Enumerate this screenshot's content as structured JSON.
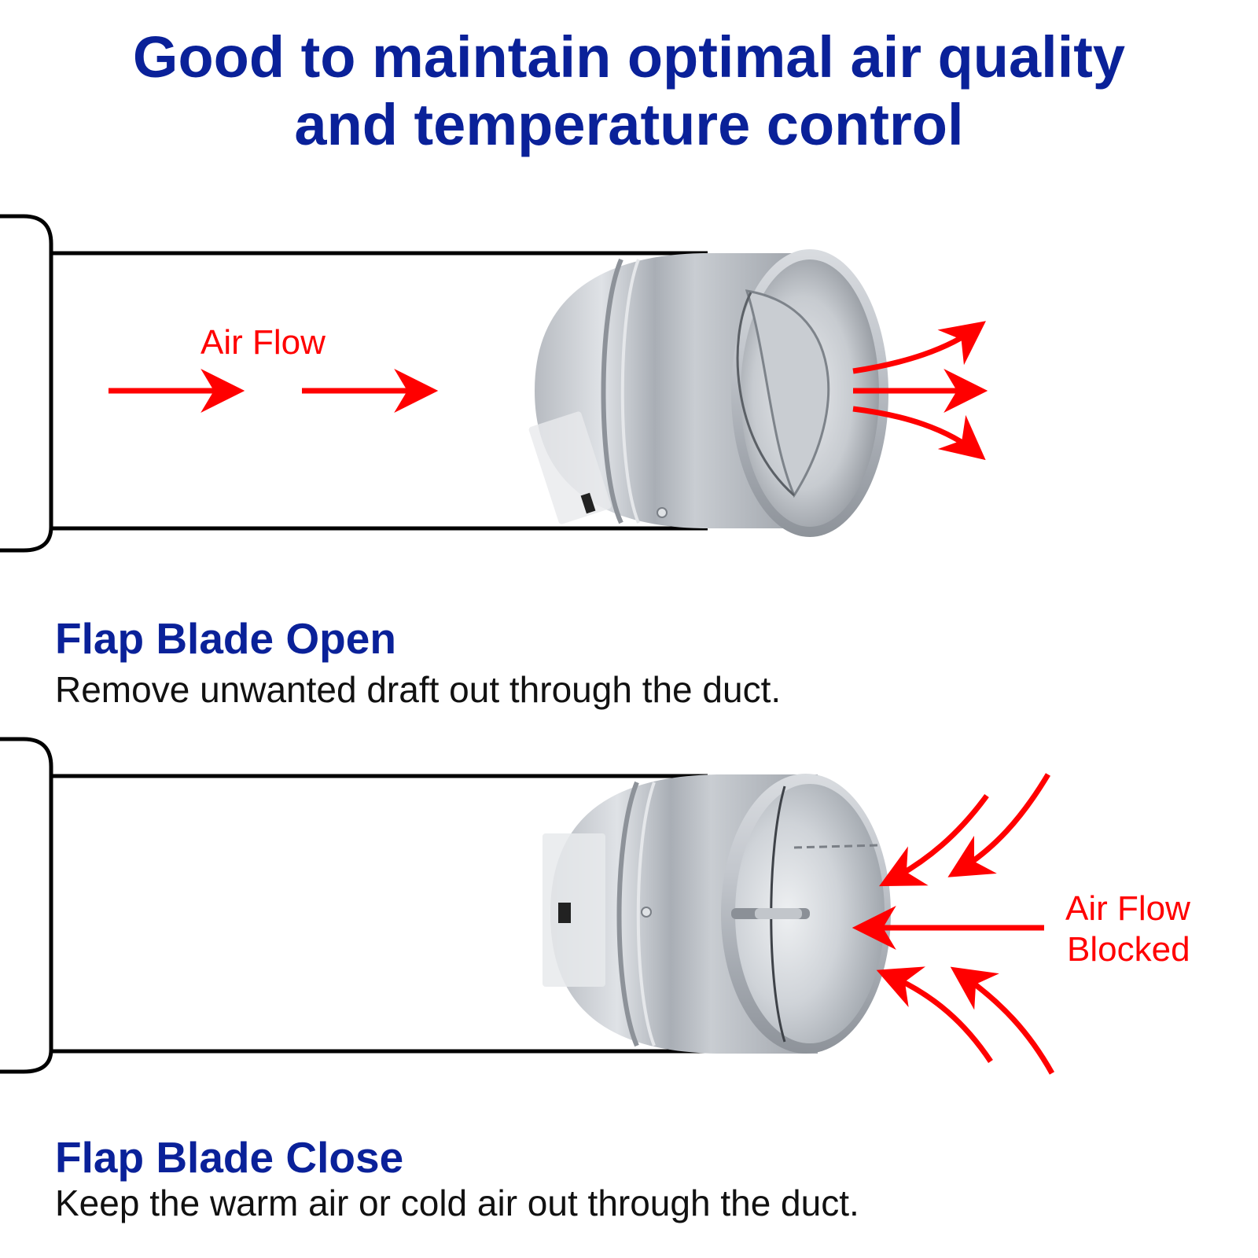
{
  "headline": {
    "line1": "Good to maintain optimal air quality",
    "line2": "and temperature control"
  },
  "open_panel": {
    "flow_label": "Air Flow",
    "title": "Flap Blade Open",
    "description": "Remove unwanted draft out through the duct."
  },
  "closed_panel": {
    "flow_label_line1": "Air Flow",
    "flow_label_line2": "Blocked",
    "title": "Flap Blade Close",
    "description": "Keep the warm air or cold air out through the duct."
  },
  "colors": {
    "heading_blue": "#0a2199",
    "arrow_red": "#ff0000",
    "text_black": "#111111",
    "metal": "#b8bcc2"
  },
  "icons": {
    "flow_arrow": "red-arrow-icon",
    "damper": "backdraft-damper-illustration"
  }
}
